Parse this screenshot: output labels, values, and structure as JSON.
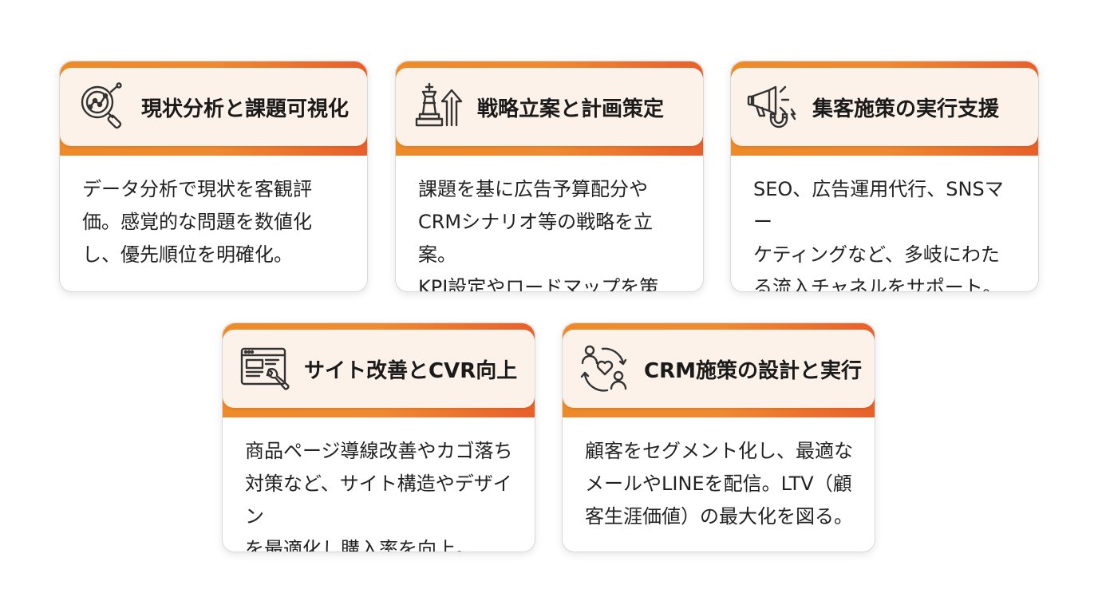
{
  "cards": [
    {
      "title": "現状分析と課題可視化",
      "icon": "analytics-magnifier-icon",
      "body": "データ分析で現状を客観評\n価。感覚的な問題を数値化\nし、優先順位を明確化。"
    },
    {
      "title": "戦略立案と計画策定",
      "icon": "chess-king-growth-icon",
      "body": "課題を基に広告予算配分や\nCRMシナリオ等の戦略を立案。\nKPI設定やロードマップを策定。"
    },
    {
      "title": "集客施策の実行支援",
      "icon": "megaphone-magnet-icon",
      "body": "SEO、広告運用代行、SNSマー\nケティングなど、多岐にわた\nる流入チャネルをサポート。"
    },
    {
      "title": "サイト改善とCVR向上",
      "icon": "browser-wrench-icon",
      "body": "商品ページ導線改善やカゴ落ち\n対策など、サイト構造やデザイン\nを最適化し購入率を向上。"
    },
    {
      "title": "CRM施策の設計と実行",
      "icon": "customer-cycle-heart-icon",
      "body": "顧客をセグメント化し、最適な\nメールやLINEを配信。LTV（顧\n客生涯価値）の最大化を図る。"
    }
  ],
  "colors": {
    "accent_start": "#ef8a28",
    "accent_end": "#e95f2a",
    "header_fill": "#fdf2ea",
    "icon_stroke": "#333333"
  }
}
